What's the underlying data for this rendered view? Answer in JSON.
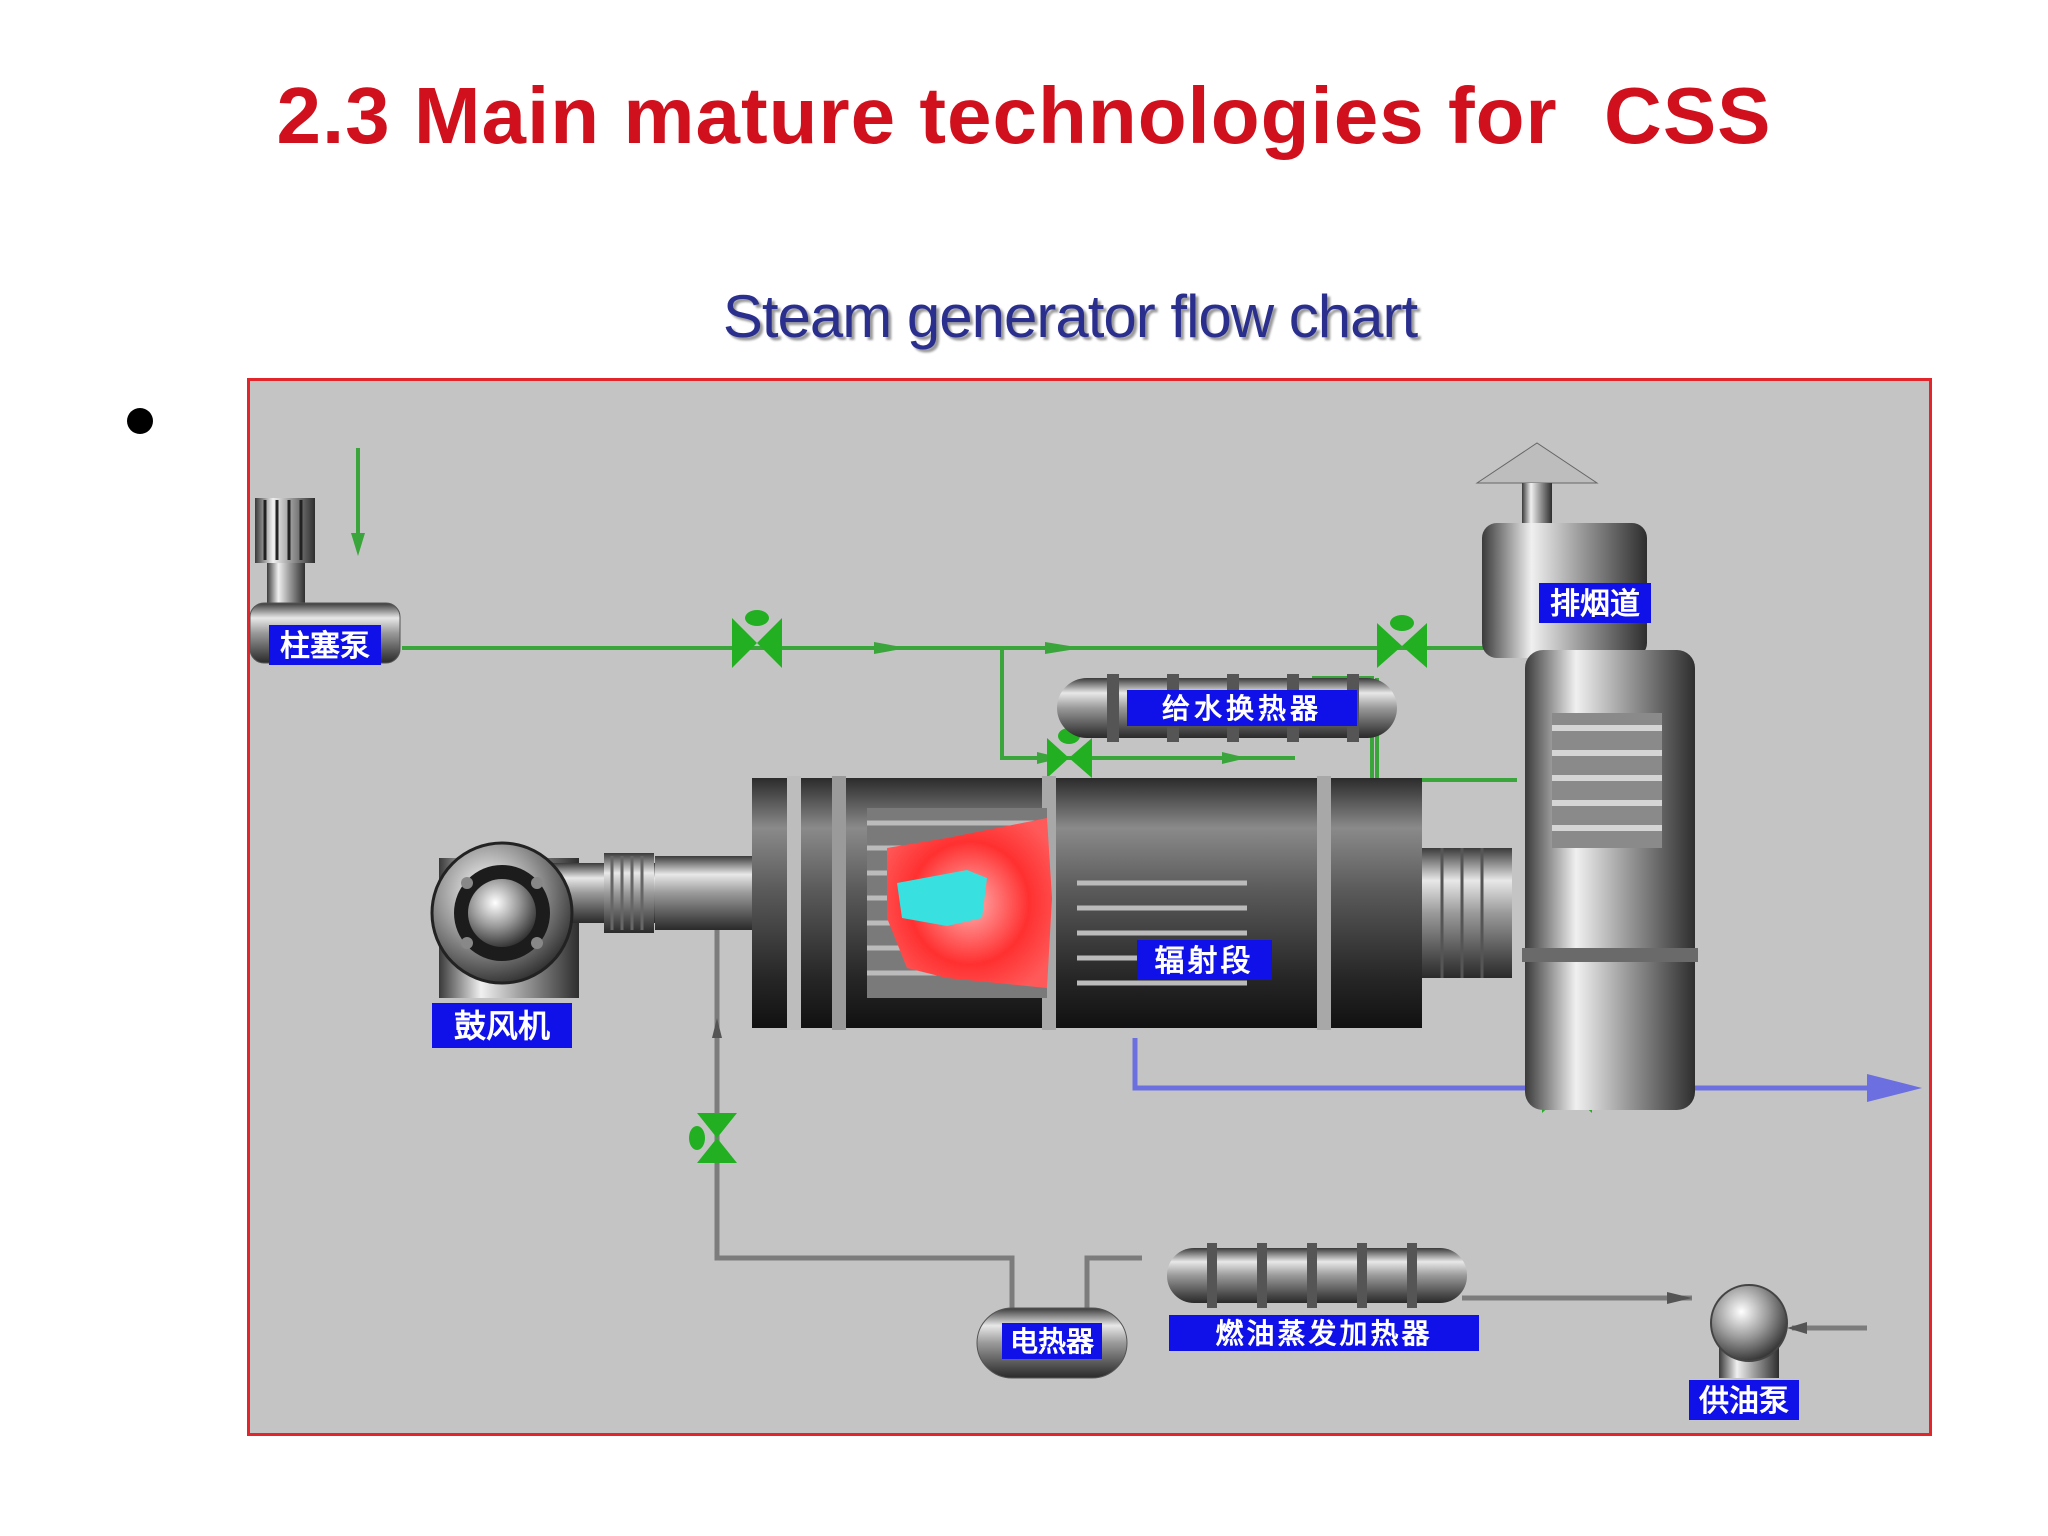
{
  "slide": {
    "title": "2.3 Main mature technologies for  CSS",
    "chart_title": "Steam generator flow chart"
  },
  "colors": {
    "title": "#d0101c",
    "chart_title": "#2a2f8e",
    "panel_bg": "#c4c4c4",
    "panel_border": "#e2252b",
    "label_bg": "#1010e8",
    "water_pipe": "#3aa53a",
    "steam_pipe": "#6b6fe0",
    "flame": "#ff3b3b",
    "flame_core": "#38e0e0"
  },
  "diagram": {
    "labels": {
      "plunger_pump": "柱塞泵",
      "exhaust_flue": "排烟道",
      "feedwater_heat_exchanger": "给水换热器",
      "radiant_section": "辐射段",
      "blower": "鼓风机",
      "electric_heater": "电热器",
      "fuel_oil_evaporation_heater": "燃油蒸发加热器",
      "oil_supply_pump": "供油泵"
    }
  }
}
